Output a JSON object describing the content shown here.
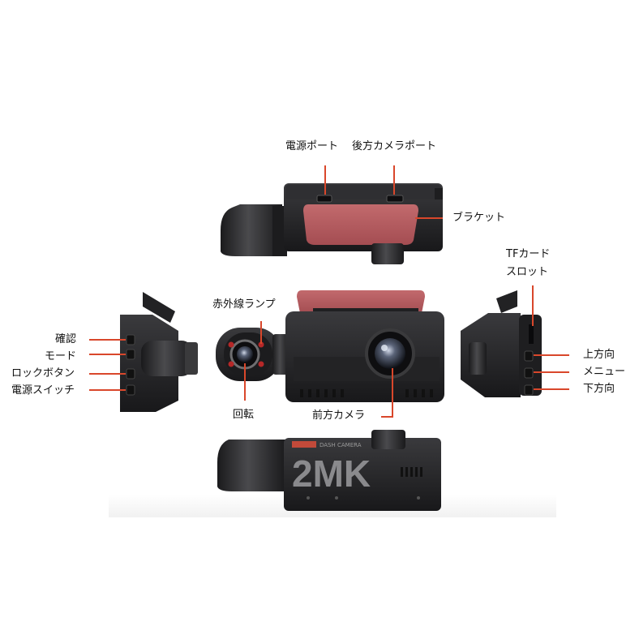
{
  "colors": {
    "accent": "#d9472b",
    "body": "#2a2a2c",
    "body_dark": "#151517",
    "bracket_pad": "#b85a5e"
  },
  "labels": {
    "power_port": "電源ポート",
    "rear_camera_port": "後方カメラポート",
    "bracket": "ブラケット",
    "tf_card_slot_line1": "TFカード",
    "tf_card_slot_line2": "スロット",
    "ir_lamp": "赤外線ランプ",
    "confirm": "確認",
    "mode": "モード",
    "lock_button": "ロックボタン",
    "power_switch": "電源スイッチ",
    "up": "上方向",
    "menu": "メニュー",
    "down": "下方向",
    "rotate": "回転",
    "front_camera": "前方カメラ"
  },
  "device_text": {
    "model": "2MK",
    "strip": "DASH CAMERA"
  }
}
